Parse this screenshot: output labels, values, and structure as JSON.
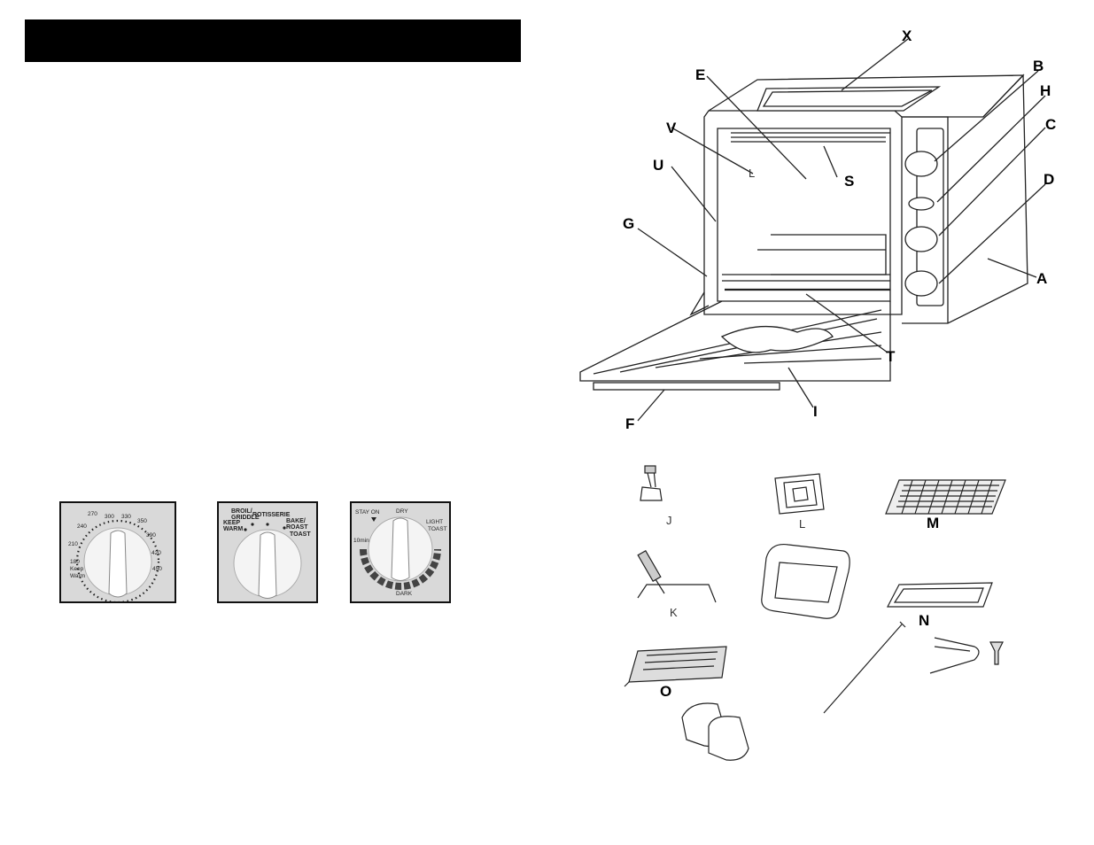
{
  "title_bar": {
    "text": ""
  },
  "knobs": {
    "temperature": {
      "scale": [
        "180",
        "210",
        "240",
        "270",
        "300",
        "330",
        "350",
        "390",
        "420",
        "450"
      ],
      "keep_warm": [
        "Keep",
        "Warm"
      ]
    },
    "function": {
      "labels": [
        "BROIL/",
        "GRIDDLE",
        "ROTISSERIE",
        "BAKE/",
        "ROAST",
        "TOAST",
        "KEEP",
        "WARM"
      ]
    },
    "timer": {
      "stay_on": "STAY ON",
      "dry": "DRY",
      "light": "LIGHT",
      "toast": "TOAST",
      "min": "10min",
      "dark": "DARK"
    }
  },
  "oven_labels": {
    "X": "X",
    "B": "B",
    "H": "H",
    "C": "C",
    "D": "D",
    "A": "A",
    "E": "E",
    "V": "V",
    "U": "U",
    "G": "G",
    "S": "S",
    "T": "T",
    "I": "I",
    "F": "F",
    "L_inner": "L"
  },
  "accessory_labels": {
    "J": "J",
    "L": "L",
    "M": "M",
    "K": "K",
    "N": "N",
    "O": "O"
  }
}
